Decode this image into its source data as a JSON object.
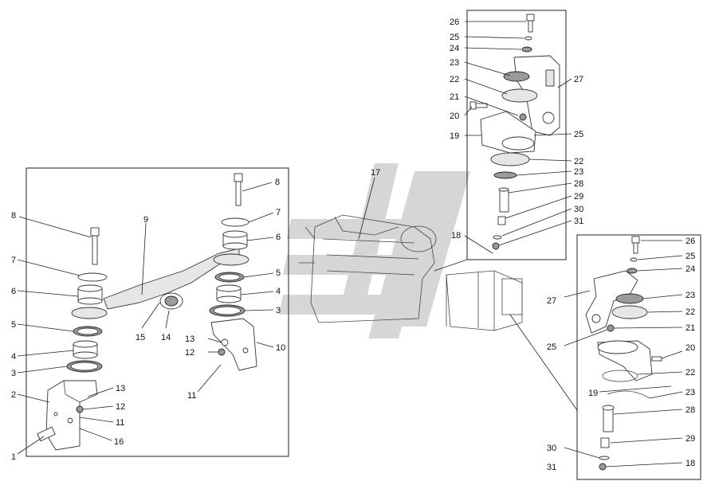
{
  "labels": {
    "l1": "1",
    "l2": "2",
    "l3": "3",
    "l4": "4",
    "l5": "5",
    "l6": "6",
    "l7": "7",
    "l8": "8",
    "l9": "9",
    "l10": "10",
    "l11": "11",
    "l12": "12",
    "l13": "13",
    "l14": "14",
    "l15": "15",
    "l16": "16",
    "l17": "17",
    "l18": "18",
    "l19": "19",
    "l20": "20",
    "l21": "21",
    "l22": "22",
    "l23": "23",
    "l24": "24",
    "l25": "25",
    "l26": "26",
    "l27": "27",
    "l28": "28",
    "l29": "29",
    "l30": "30",
    "l31": "31"
  },
  "colors": {
    "watermark": "#c9c9c9",
    "ink": "#222222"
  }
}
